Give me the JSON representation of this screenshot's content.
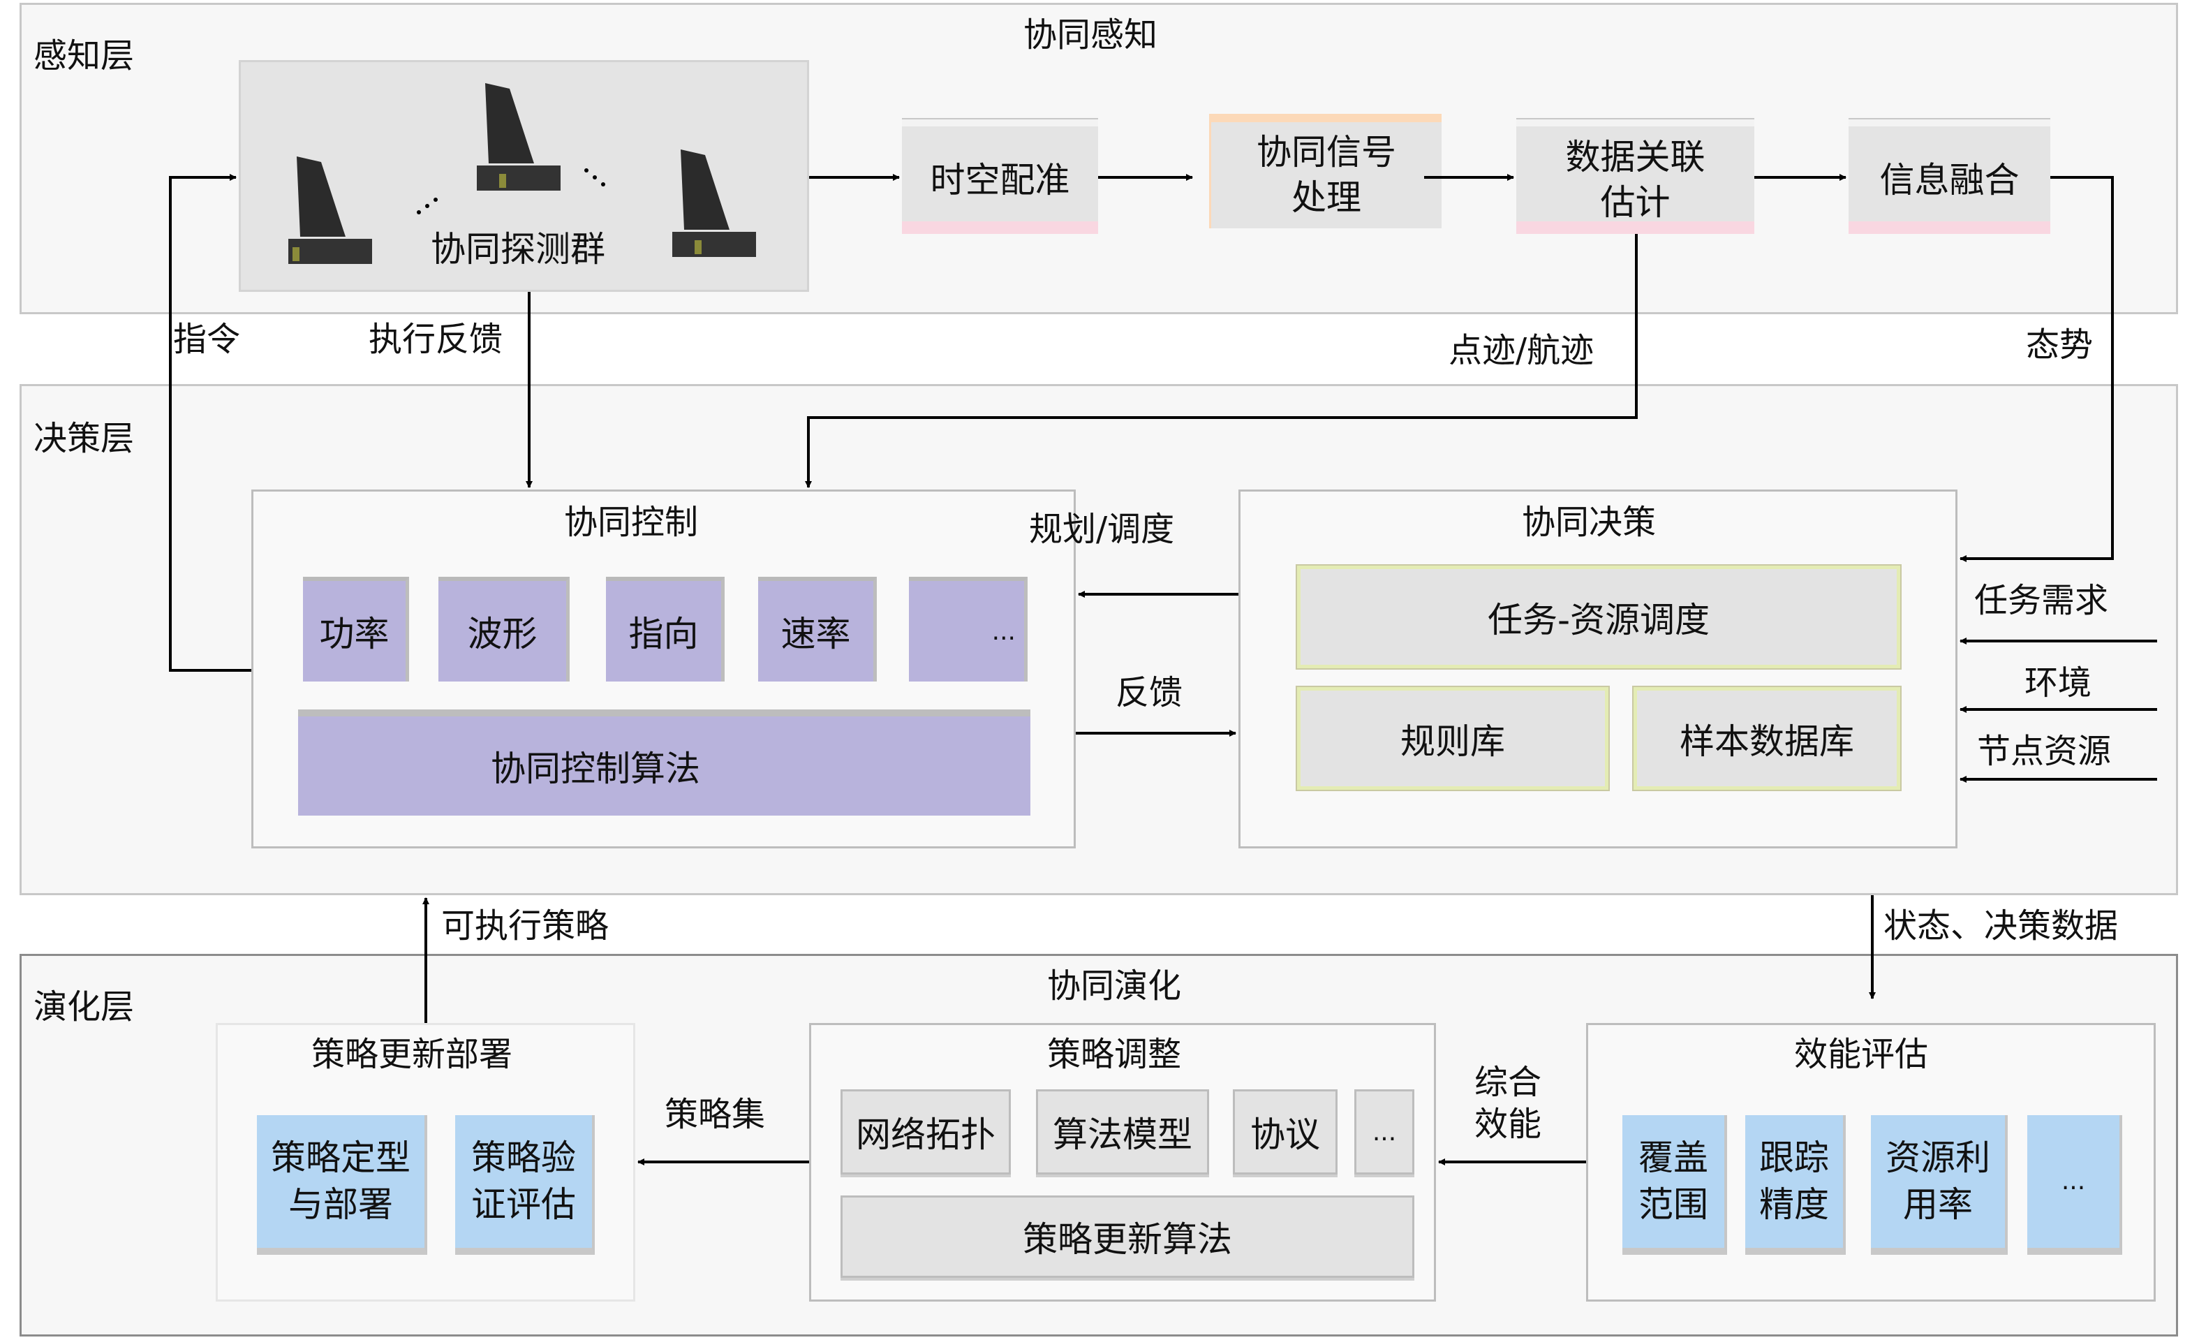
{
  "layers": {
    "perception": {
      "label": "感知层",
      "title": "协同感知",
      "detector_group": {
        "label": "协同探测群",
        "icon": "radar-antenna-icon",
        "ellipsis": "…"
      },
      "pipeline": [
        "时空配准",
        "协同信号处理",
        "数据关联估计",
        "信息融合"
      ],
      "pipeline_lines": [
        [
          "时空配准"
        ],
        [
          "协同信号",
          "处理"
        ],
        [
          "数据关联",
          "估计"
        ],
        [
          "信息融合"
        ]
      ]
    },
    "decision": {
      "label": "决策层",
      "control": {
        "title": "协同控制",
        "params": [
          "功率",
          "波形",
          "指向",
          "速率",
          "..."
        ],
        "algorithm": "协同控制算法"
      },
      "decision": {
        "title": "协同决策",
        "scheduling": "任务-资源调度",
        "rule_base": "规则库",
        "sample_db": "样本数据库"
      },
      "inputs": [
        "任务需求",
        "环境",
        "节点资源"
      ]
    },
    "evolution": {
      "label": "演化层",
      "title": "协同演化",
      "deploy": {
        "title": "策略更新部署",
        "items": [
          [
            "策略定型",
            "与部署"
          ],
          [
            "策略验",
            "证评估"
          ]
        ]
      },
      "adjust": {
        "title": "策略调整",
        "items": [
          "网络拓扑",
          "算法模型",
          "协议",
          "..."
        ],
        "algorithm": "策略更新算法"
      },
      "evaluate": {
        "title": "效能评估",
        "items": [
          [
            "覆盖",
            "范围"
          ],
          [
            "跟踪",
            "精度"
          ],
          [
            "资源利",
            "用率"
          ],
          [
            "..."
          ]
        ]
      }
    }
  },
  "edges": {
    "command": "指令",
    "exec_feedback": "执行反馈",
    "plot_track": "点迹/航迹",
    "situation": "态势",
    "plan_schedule": "规划/调度",
    "feedback": "反馈",
    "executable_policy": "可执行策略",
    "state_decision_data": "状态、决策数据",
    "policy_set": "策略集",
    "overall_effect": [
      "综合",
      "效能"
    ]
  },
  "colors": {
    "purple_box": "#b8b3dc",
    "blue_box": "#b4d6f3",
    "grey_box": "#e4e4e4",
    "pink_strip": "#f9d7e1",
    "orange_strip": "#fcd9b8",
    "yellow_border": "#e4ecb4"
  }
}
